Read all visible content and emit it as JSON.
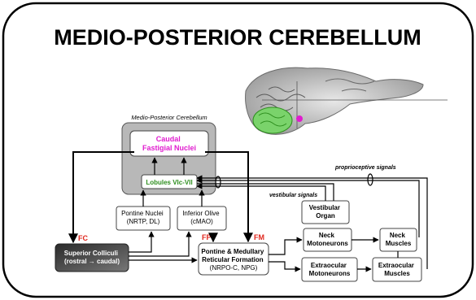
{
  "title": "MEDIO-POSTERIOR CEREBELLUM",
  "panel_label": "Medio-Posterior Cerebellum",
  "nodes": {
    "caudal_fastigial": [
      "Caudal",
      "Fastigial Nuclei"
    ],
    "lobules": [
      "Lobules VIc-VII"
    ],
    "pontine_nuclei": [
      "Pontine Nuclei",
      "(NRTP, DL)"
    ],
    "inferior_olive": [
      "Inferior Olive",
      "(cMAO)"
    ],
    "superior_colliculi": [
      "Superior Colliculi",
      "(rostral → caudal)"
    ],
    "reticular_formation": [
      "Pontine & Medullary",
      "Reticular Formation",
      "(NRPO-C, NPG)"
    ],
    "vestibular_organ": [
      "Vestibular",
      "Organ"
    ],
    "neck_motoneurons": [
      "Neck",
      "Motoneurons"
    ],
    "neck_muscles": [
      "Neck",
      "Muscles"
    ],
    "extraocular_motoneurons": [
      "Extraocular",
      "Motoneurons"
    ],
    "extraocular_muscles": [
      "Extraocular",
      "Muscles"
    ]
  },
  "annotations": {
    "proprioceptive": "proprioceptive signals",
    "vestibular": "vestibular signals",
    "fc": "FC",
    "fp": "FP",
    "fm": "FM"
  },
  "colors": {
    "fastigial_text": "#e01ccf",
    "lobules_text": "#2f8f1f",
    "pathway_label": "#e0261c",
    "panel_fill": "#b8b8b8",
    "colliculi_fill": "#505050"
  }
}
